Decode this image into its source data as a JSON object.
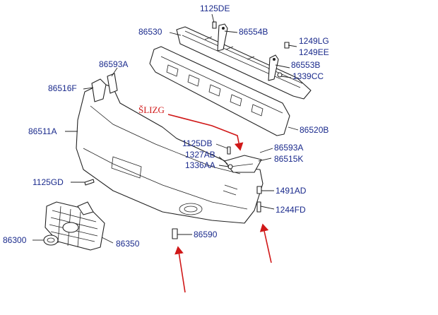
{
  "labels": {
    "p1125DE": "1125DE",
    "p86530": "86530",
    "p86554B": "86554B",
    "p1249LG": "1249LG",
    "p1249EE": "1249EE",
    "p86553B": "86553B",
    "p1339CC": "1339CC",
    "p86593A_top": "86593A",
    "p86516F": "86516F",
    "p86511A": "86511A",
    "p86520B": "86520B",
    "p1125DB": "1125DB",
    "p86593A_mid": "86593A",
    "p1327AB": "1327AB",
    "p86515K": "86515K",
    "p1336AA": "1336AA",
    "p1125GD": "1125GD",
    "p1491AD": "1491AD",
    "p1244FD": "1244FD",
    "p86300": "86300",
    "p86350": "86350",
    "p86590": "86590"
  },
  "annotation": {
    "text": "ŠLIZG",
    "color": "#d01818"
  },
  "colors": {
    "label": "#1a2a8c",
    "line": "#222222",
    "arrow": "#d01818"
  }
}
